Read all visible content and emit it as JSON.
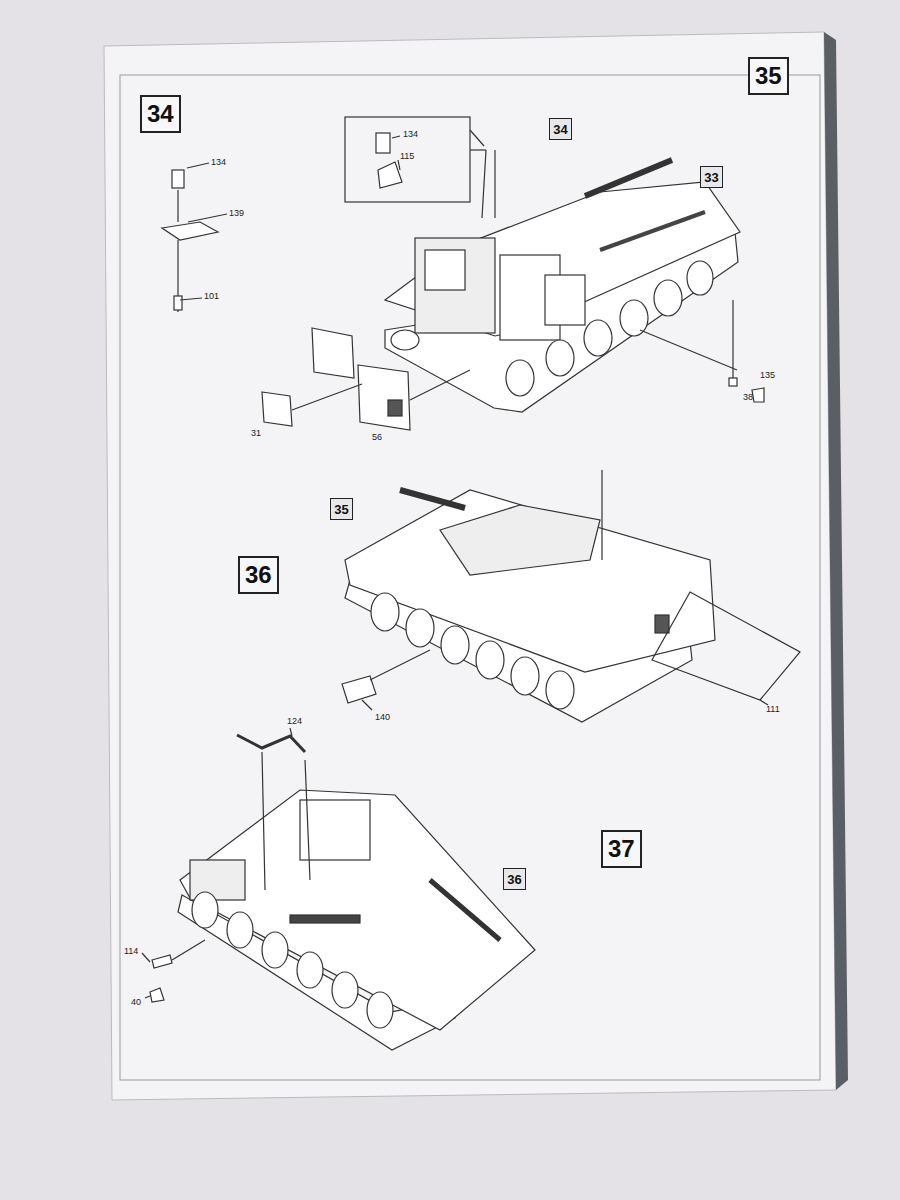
{
  "diagram": {
    "nodes": [
      {
        "text": [
          "34"
        ]
      },
      {
        "text": [
          "35"
        ]
      },
      {
        "text": [
          "34"
        ]
      },
      {
        "text": [
          "33"
        ]
      },
      {
        "text": [
          "35"
        ]
      },
      {
        "text": [
          "36"
        ]
      },
      {
        "text": [
          "37"
        ]
      },
      {
        "text": [
          "36"
        ]
      }
    ],
    "labels": [
      "134",
      "139",
      "101",
      "134",
      "115",
      "56",
      "31",
      "135",
      "38",
      "140",
      "111",
      "124",
      "114",
      "40"
    ]
  }
}
